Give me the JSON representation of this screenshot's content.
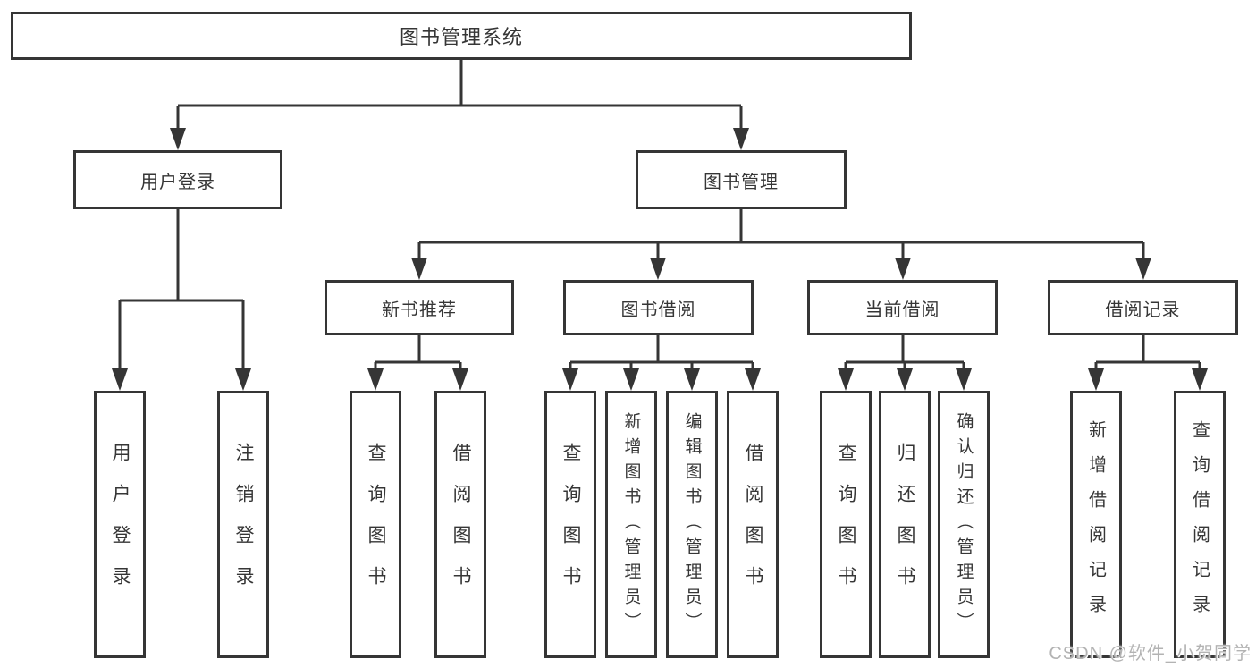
{
  "diagram": {
    "root": {
      "label": "图书管理系统"
    },
    "branches": [
      {
        "label": "用户登录",
        "children": [
          {
            "label": "用户登录"
          },
          {
            "label": "注销登录"
          }
        ]
      },
      {
        "label": "图书管理",
        "children": [
          {
            "label": "新书推荐",
            "children": [
              {
                "label": "查询图书"
              },
              {
                "label": "借阅图书"
              }
            ]
          },
          {
            "label": "图书借阅",
            "children": [
              {
                "label": "查询图书"
              },
              {
                "label": "新增图书（管理员）"
              },
              {
                "label": "编辑图书（管理员）"
              },
              {
                "label": "借阅图书"
              }
            ]
          },
          {
            "label": "当前借阅",
            "children": [
              {
                "label": "查询图书"
              },
              {
                "label": "归还图书"
              },
              {
                "label": "确认归还（管理员）"
              }
            ]
          },
          {
            "label": "借阅记录",
            "children": [
              {
                "label": "新增借阅记录"
              },
              {
                "label": "查询借阅记录"
              }
            ]
          }
        ]
      }
    ],
    "watermark": "CSDN @软件_小贺同学",
    "colors": {
      "line": "#353535",
      "text": "#363636",
      "watermark": "#b3b3b3",
      "background": "#ffffff"
    }
  }
}
